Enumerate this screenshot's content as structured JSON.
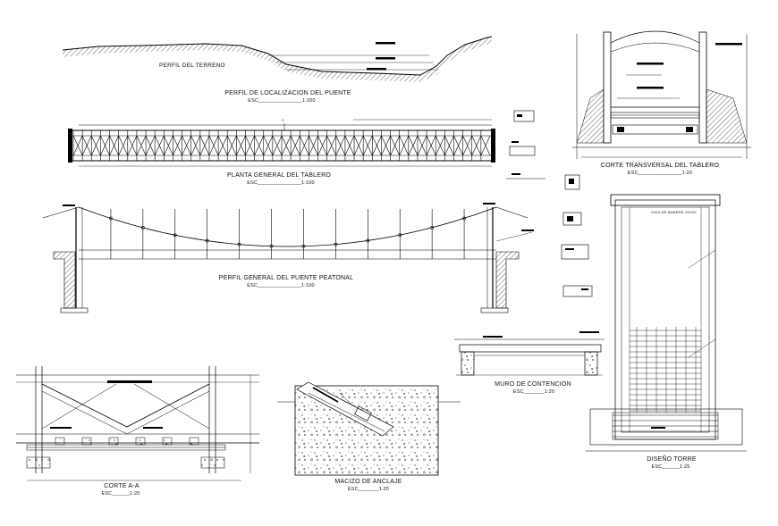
{
  "drawing": {
    "ink_color": "#000000",
    "background": "#ffffff",
    "views": {
      "terrain_profile": {
        "title": "PERFIL DE LOCALIZACION DEL PUENTE",
        "scale": "ESC_______________1:200",
        "ground_label": "PERFIL DEL TERRENO"
      },
      "deck_plan": {
        "title": "PLANTA GENERAL DEL TABLERO",
        "scale": "ESC_______________1:100",
        "axis_mark": "C"
      },
      "bridge_profile": {
        "title": "PERFIL GENERAL DEL PUENTE PEATONAL",
        "scale": "ESC_______________1:100"
      },
      "cross_section": {
        "title": "CORTE TRANSVERSAL DEL TABLERO",
        "scale": "ESC_______________1:20"
      },
      "section_aa": {
        "title": "CORTE A-A",
        "scale": "ESC______1:20"
      },
      "anchorage": {
        "title": "MACIZO DE ANCLAJE",
        "scale": "ESC_______1:25"
      },
      "retaining_wall": {
        "title": "MURO DE CONTENCION",
        "scale": "ESC_______1:20"
      },
      "tower": {
        "title": "DISEÑO TORRE",
        "scale": "ESC______1:25",
        "top_note": "VIGA DE AMARRE 20X20"
      }
    }
  }
}
